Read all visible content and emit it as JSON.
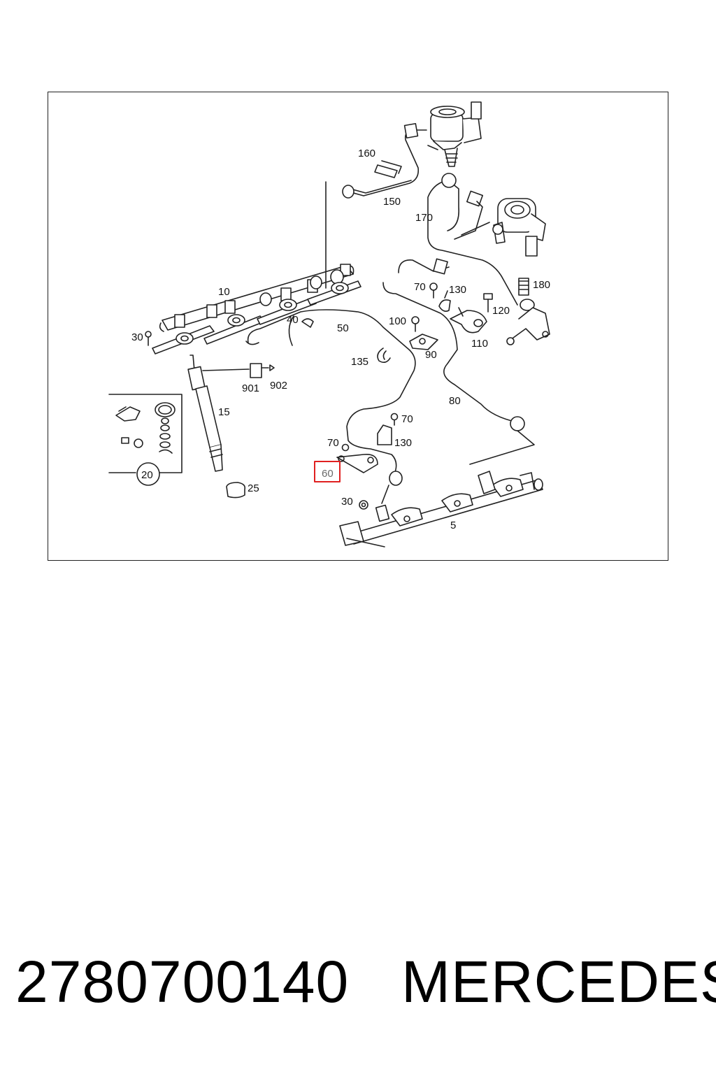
{
  "diagram": {
    "part_labels": {
      "p10": "10",
      "p30a": "30",
      "p40": "40",
      "p50": "50",
      "p150": "150",
      "p160": "160",
      "p170": "170",
      "p180": "180",
      "p70a": "70",
      "p130a": "130",
      "p120": "120",
      "p100": "100",
      "p90": "90",
      "p110": "110",
      "p135": "135",
      "p80": "80",
      "p901": "901",
      "p902": "902",
      "p15": "15",
      "p20": "20",
      "p25": "25",
      "p70b": "70",
      "p70c": "70",
      "p130b": "130",
      "p60": "60",
      "p30b": "30",
      "p5": "5"
    },
    "highlighted_part": "60",
    "highlight_color": "#e02020"
  },
  "footer": {
    "part_number": "2780700140",
    "brand": "MERCEDES"
  }
}
